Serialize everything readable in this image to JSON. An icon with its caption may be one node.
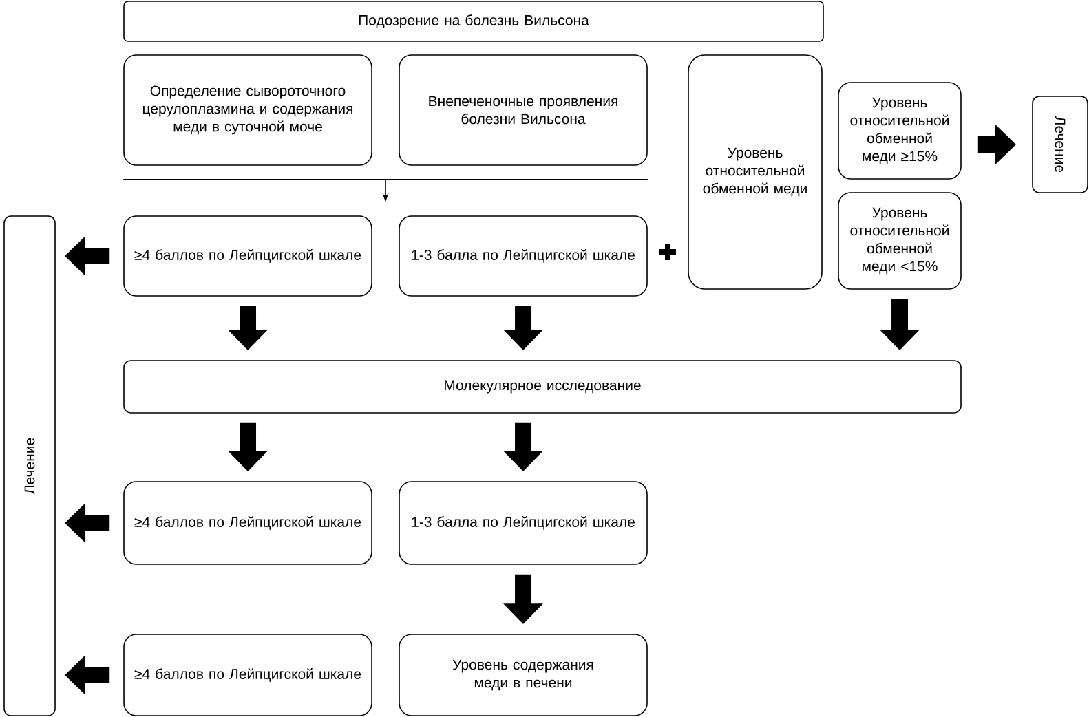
{
  "diagram": {
    "nodes": [
      {
        "text": [
          "Подозрение на болезнь Вильсона"
        ]
      },
      {
        "text": [
          "Определение сывороточного церулоплазмина и содержания меди в суточной моче"
        ]
      },
      {
        "text": [
          "Внепеченочные проявления болезни Вильсона"
        ]
      },
      {
        "text": [
          "Уровень относительной обменной меди"
        ]
      },
      {
        "text": [
          "Уровень относительной обменной меди ≥15%"
        ]
      },
      {
        "text": [
          "Уровень относительной обменной меди <15%"
        ]
      },
      {
        "text": [
          "Лечение"
        ]
      },
      {
        "text": [
          "Лечение"
        ]
      },
      {
        "text": [
          "≥4 баллов по Лейпцигской шкале"
        ]
      },
      {
        "text": [
          "1-3 балла по Лейпцигской шкале"
        ]
      },
      {
        "text": [
          "Молекулярное исследование"
        ]
      },
      {
        "text": [
          "≥4 баллов по Лейпцигской шкале"
        ]
      },
      {
        "text": [
          "1-3 балла по Лейпцигской шкале"
        ]
      },
      {
        "text": [
          "≥4 баллов по Лейпцигской шкале"
        ]
      },
      {
        "text": [
          "Уровень содержания меди в печени"
        ]
      }
    ],
    "edges": [
      {
        "from": 1,
        "to": 8,
        "arrow": "to"
      },
      {
        "from": 1,
        "to": 9,
        "arrow": "to"
      },
      {
        "from": 2,
        "to": 8,
        "arrow": "to"
      },
      {
        "from": 2,
        "to": 9,
        "arrow": "to"
      },
      {
        "from": 8,
        "to": 7,
        "arrow": "to"
      },
      {
        "from": 4,
        "to": 6,
        "arrow": "to"
      },
      {
        "from": 8,
        "to": 10,
        "arrow": "to"
      },
      {
        "from": 9,
        "to": 10,
        "arrow": "to"
      },
      {
        "from": 5,
        "to": 10,
        "arrow": "to"
      },
      {
        "from": 10,
        "to": 11,
        "arrow": "to"
      },
      {
        "from": 10,
        "to": 12,
        "arrow": "to"
      },
      {
        "from": 11,
        "to": 7,
        "arrow": "to"
      },
      {
        "from": 12,
        "to": 14,
        "arrow": "to"
      },
      {
        "from": 13,
        "to": 7,
        "arrow": "to"
      }
    ]
  }
}
